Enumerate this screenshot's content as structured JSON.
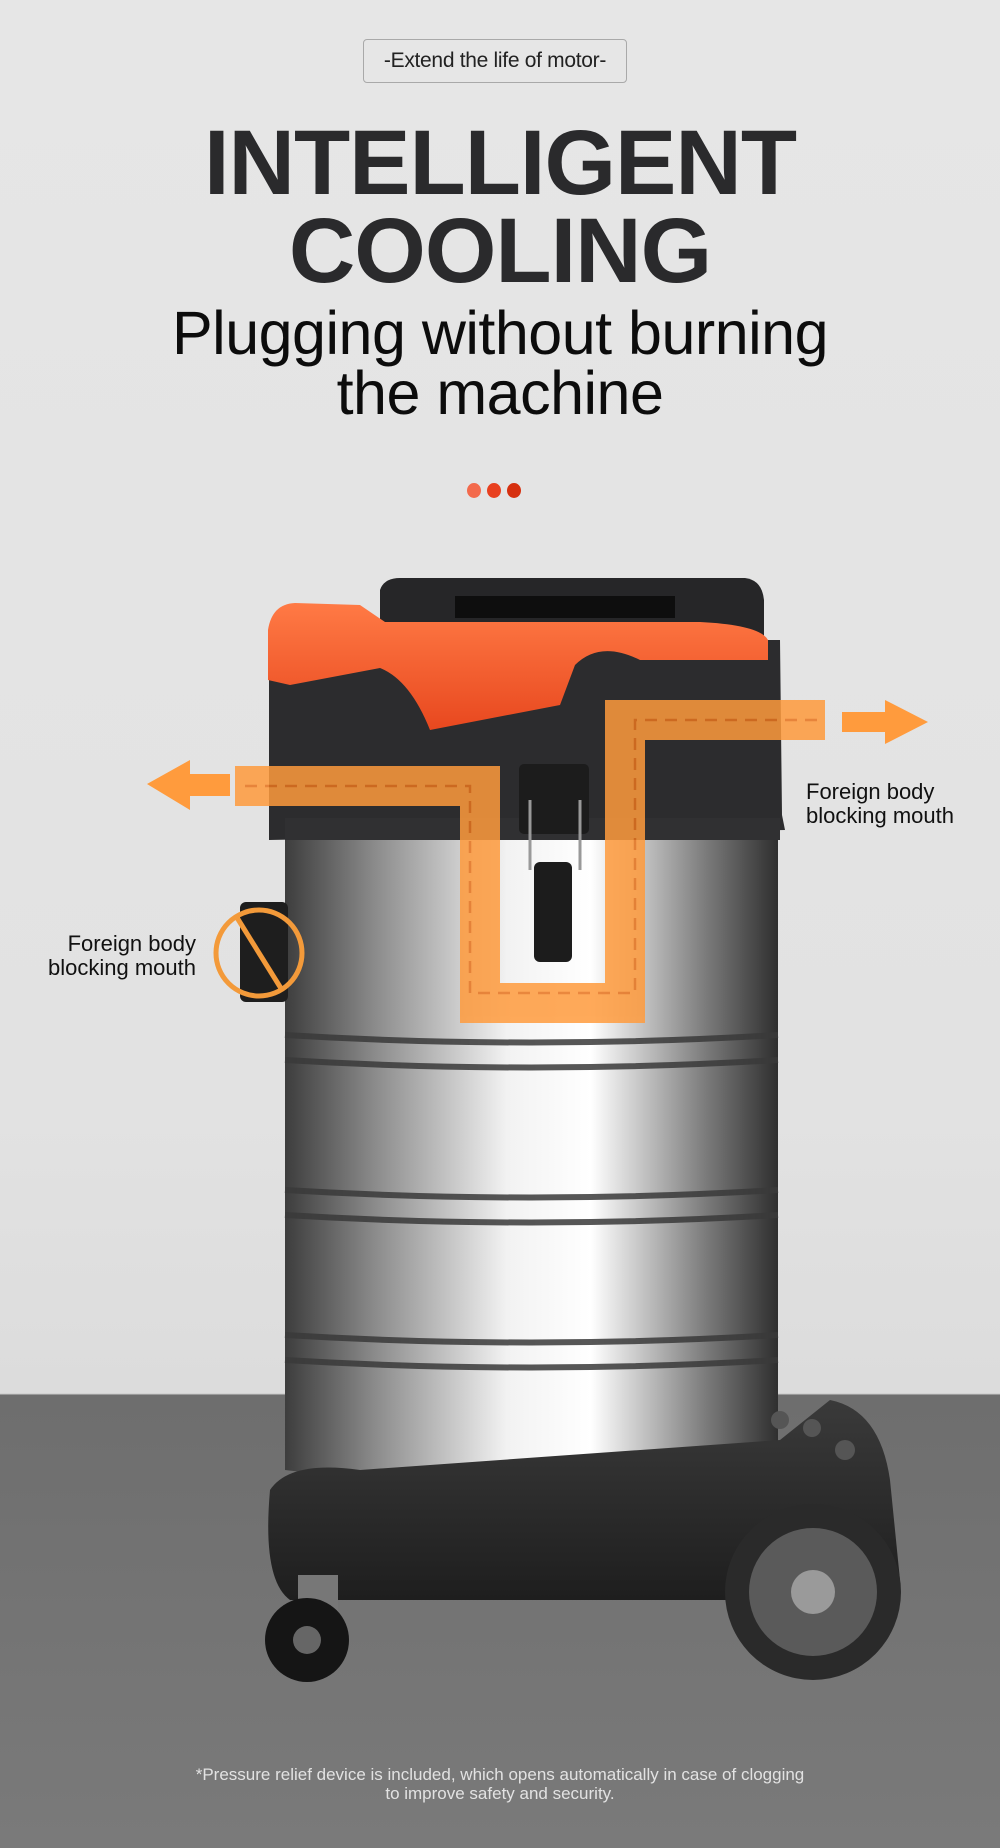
{
  "badge": {
    "text": "-Extend the life of motor-"
  },
  "headline": {
    "line1": "INTELLIGENT",
    "line2": "COOLING"
  },
  "subheadline": {
    "line1": "Plugging without burning",
    "line2": "the machine"
  },
  "indicator_dots": {
    "colors": [
      "#f36a4c",
      "#e8401f",
      "#d6300f"
    ]
  },
  "callouts": {
    "right": {
      "line1": "Foreign body",
      "line2": "blocking mouth"
    },
    "left": {
      "line1": "Foreign body",
      "line2": "blocking mouth"
    }
  },
  "colors": {
    "accent_orange": "#ff9b3d",
    "lid_orange": "#f4572a",
    "body_black": "#2b2b2d"
  },
  "footnote": {
    "line1": "*Pressure relief device is included, which opens automatically in case of clogging",
    "line2": "to improve safety and security."
  }
}
